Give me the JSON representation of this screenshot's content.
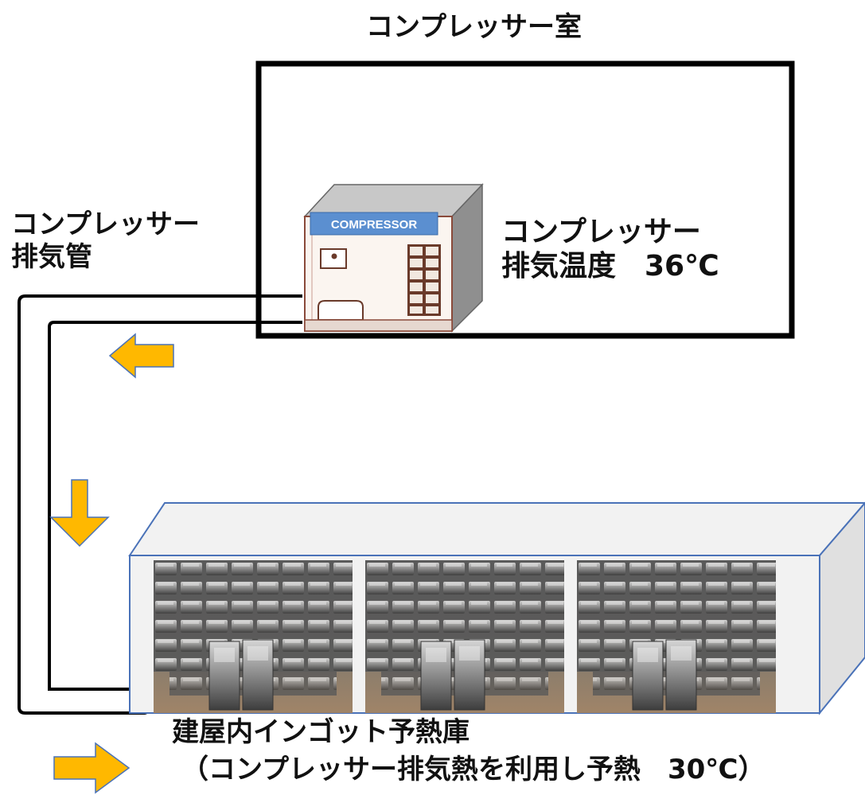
{
  "labels": {
    "room_title": "コンプレッサー室",
    "pipe_line1": "コンプレッサー",
    "pipe_line2": "排気管",
    "temp_line1": "コンプレッサー",
    "temp_line2": "排気温度　36℃",
    "storage_title": "建屋内インゴット予熱庫",
    "storage_subtitle": "（コンプレッサー排気熱を利用し予熱　30℃）",
    "compressor_badge": "COMPRESSOR"
  },
  "colors": {
    "arrow_fill": "#ffb800",
    "arrow_stroke": "#4a72b8",
    "badge": "#5b8fd0",
    "box_edge": "#4a72b8",
    "box_side": "#e0e0e0"
  },
  "arrows": [
    {
      "name": "arrow-left",
      "direction": "left"
    },
    {
      "name": "arrow-down",
      "direction": "down"
    },
    {
      "name": "arrow-right",
      "direction": "right"
    }
  ]
}
